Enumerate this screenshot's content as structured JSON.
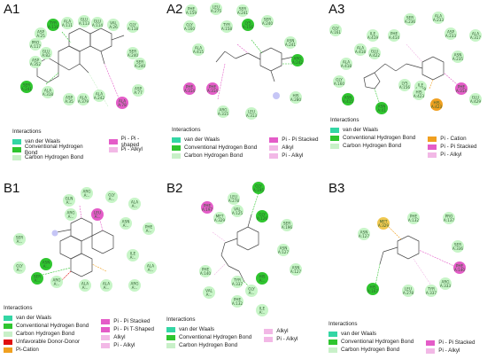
{
  "panels": [
    {
      "id": "A1",
      "label": "A1",
      "residues": [
        "TYR A:116",
        "ALA A:111",
        "GLU A:113",
        "GLU A:114",
        "VAL A:26",
        "GLY A:118",
        "ASP A:25",
        "PRO A:117",
        "GLU A:82",
        "SER A:240",
        "SER A:240",
        "ASP A:352",
        "SER A:241",
        "ALA A:318",
        "ASP A:35",
        "ALA A:379",
        "ALA A:242",
        "ALA A:78",
        "ASP A:77"
      ],
      "legend_title": "Interactions",
      "legend": [
        {
          "label": "van der Waals",
          "color": "#33d6a4"
        },
        {
          "label": "Conventional Hydrogen Bond",
          "color": "#2fc52f"
        },
        {
          "label": "Carbon Hydrogen Bond",
          "color": "#c8f0c8"
        },
        {
          "label": "Pi - Pi - shaped",
          "color": "#e45cc8"
        },
        {
          "label": "Pi - Alkyl",
          "color": "#f2b8e6"
        }
      ]
    },
    {
      "id": "A2",
      "label": "A2",
      "residues": [
        "PHE A:159",
        "LEU A:275",
        "SER A:241",
        "GLY A:160",
        "LYS A:156",
        "SER A:240",
        "TYR A:158",
        "ASN A:241",
        "ALA A:415",
        "ARG A:242",
        "PHE A:314",
        "PHE A:314",
        "HIS A:280",
        "ARG A:315",
        "LEU A:313"
      ],
      "legend_title": "Interactions",
      "legend": [
        {
          "label": "van der Waals",
          "color": "#33d6a4"
        },
        {
          "label": "Conventional Hydrogen Bond",
          "color": "#2fc52f"
        },
        {
          "label": "Carbon Hydrogen Bond",
          "color": "#c8f0c8"
        },
        {
          "label": "Pi - Pi Stacked",
          "color": "#e45cc8"
        },
        {
          "label": "Alkyl",
          "color": "#f2b8e6"
        },
        {
          "label": "Pi - Alkyl",
          "color": "#f2b8e6"
        }
      ]
    },
    {
      "id": "A3",
      "label": "A3",
      "residues": [
        "SER A:236",
        "ALA A:233",
        "ASP A:233",
        "GLY A:161",
        "ILE A:419",
        "PHE A:414",
        "ALA A:317",
        "ALA A:418",
        "GLU A:422",
        "ASN A:235",
        "ALA A:418",
        "GLY A:160",
        "ASN A:415",
        "LYS A:156",
        "ILE A:419",
        "PHE A:314",
        "HIS A:423",
        "HIS A:423",
        "GLU A:429",
        "ASN A:41"
      ],
      "legend_title": "Interactions",
      "legend": [
        {
          "label": "van der Waals",
          "color": "#33d6a4"
        },
        {
          "label": "Conventional Hydrogen Bond",
          "color": "#2fc52f"
        },
        {
          "label": "Carbon Hydrogen Bond",
          "color": "#c8f0c8"
        },
        {
          "label": "Pi - Cation",
          "color": "#f0a020"
        },
        {
          "label": "Pi - Pi Stacked",
          "color": "#e45cc8"
        },
        {
          "label": "Pi - Alkyl",
          "color": "#f2b8e6"
        }
      ]
    },
    {
      "id": "B1",
      "label": "B1",
      "residues": [
        "ARG A:..",
        "GLY A:..",
        "GLN A:..",
        "ALA A:..",
        "ARG A:..",
        "LEU A:..",
        "ASN A:..",
        "PHE A:..",
        "SER A:..",
        "GLY A:..",
        "ASN A:..",
        "SER A:..",
        "ALA A:..",
        "ALA A:..",
        "ARG A:..",
        "ALA A:..",
        "ILE A:..",
        "ARG A:.."
      ],
      "legend_title": "Interactions",
      "legend": [
        {
          "label": "van der Waals",
          "color": "#33d6a4"
        },
        {
          "label": "Conventional Hydrogen Bond",
          "color": "#2fc52f"
        },
        {
          "label": "Carbon Hydrogen Bond",
          "color": "#c8f0c8"
        },
        {
          "label": "Unfavorable Donor-Donor",
          "color": "#e01010"
        },
        {
          "label": "Pi-Cation",
          "color": "#f0a020"
        }
      ],
      "legend2": [
        {
          "label": "Pi - Pi Stacked",
          "color": "#e45cc8"
        },
        {
          "label": "Pi - Pi T-Shaped",
          "color": "#e45cc8"
        },
        {
          "label": "Alkyl",
          "color": "#f2b8e6"
        },
        {
          "label": "Pi - Alkyl",
          "color": "#f2b8e6"
        }
      ]
    },
    {
      "id": "B2",
      "label": "B2",
      "residues": [
        "GLY A:195",
        "LEU A:278",
        "PHE A:197",
        "VAL A:125",
        "MET A:329",
        "GLY A:126",
        "SER A:196",
        "ASN A:127",
        "ASN A:127",
        "PHE A:140",
        "TYR A:337",
        "HIS A:..",
        "GLY A:..",
        "PHE A:132",
        "VAL A:..",
        "ILE A:.."
      ],
      "legend_title": "Interactions",
      "legend": [
        {
          "label": "van der Waals",
          "color": "#33d6a4"
        },
        {
          "label": "Conventional Hydrogen Bond",
          "color": "#2fc52f"
        },
        {
          "label": "Carbon Hydrogen Bond",
          "color": "#c8f0c8"
        }
      ],
      "legend2": [
        {
          "label": "Alkyl",
          "color": "#f2b8e6"
        },
        {
          "label": "Pi - Alkyl",
          "color": "#f2b8e6"
        }
      ]
    },
    {
      "id": "B3",
      "label": "B3",
      "residues": [
        "MET A:329",
        "PHE A:132",
        "PRO A:137",
        "ASN A:127",
        "SER A:336",
        "PHE A:140",
        "HIS A:167",
        "LEU A:278",
        "TYR A:337",
        "ARG A:333"
      ],
      "legend_title": "Interactions",
      "legend": [
        {
          "label": "van der Waals",
          "color": "#33d6a4"
        },
        {
          "label": "Conventional Hydrogen Bond",
          "color": "#2fc52f"
        },
        {
          "label": "Carbon Hydrogen Bond",
          "color": "#c8f0c8"
        }
      ],
      "legend2": [
        {
          "label": "Pi - Pi Stacked",
          "color": "#e45cc8"
        },
        {
          "label": "Pi - Alkyl",
          "color": "#f2b8e6"
        }
      ]
    }
  ]
}
